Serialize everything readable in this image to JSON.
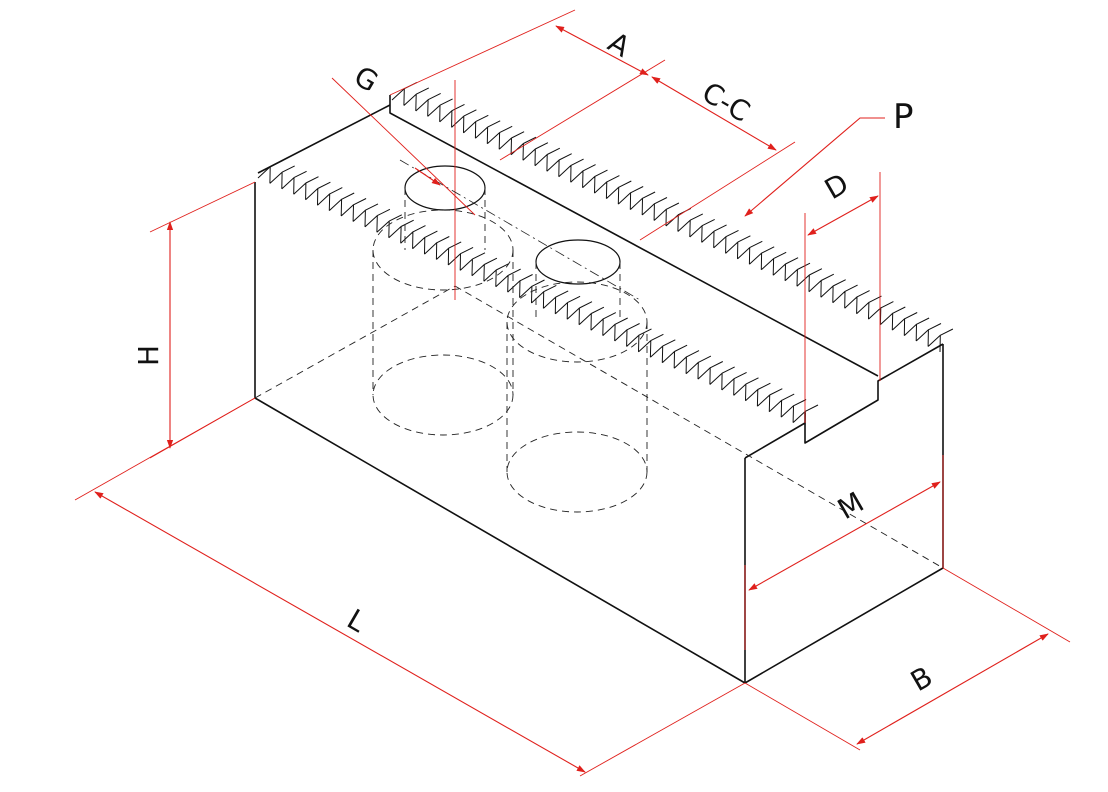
{
  "diagram": {
    "subject": "soft chuck jaw",
    "dimension_labels": {
      "A": "A",
      "CC": "C-C",
      "P": "P",
      "G": "G",
      "D": "D",
      "H": "H",
      "M": "M",
      "L": "L",
      "B": "B"
    },
    "colors": {
      "outline": "#111111",
      "dimension": "#e0201c",
      "background": "#ffffff"
    }
  }
}
